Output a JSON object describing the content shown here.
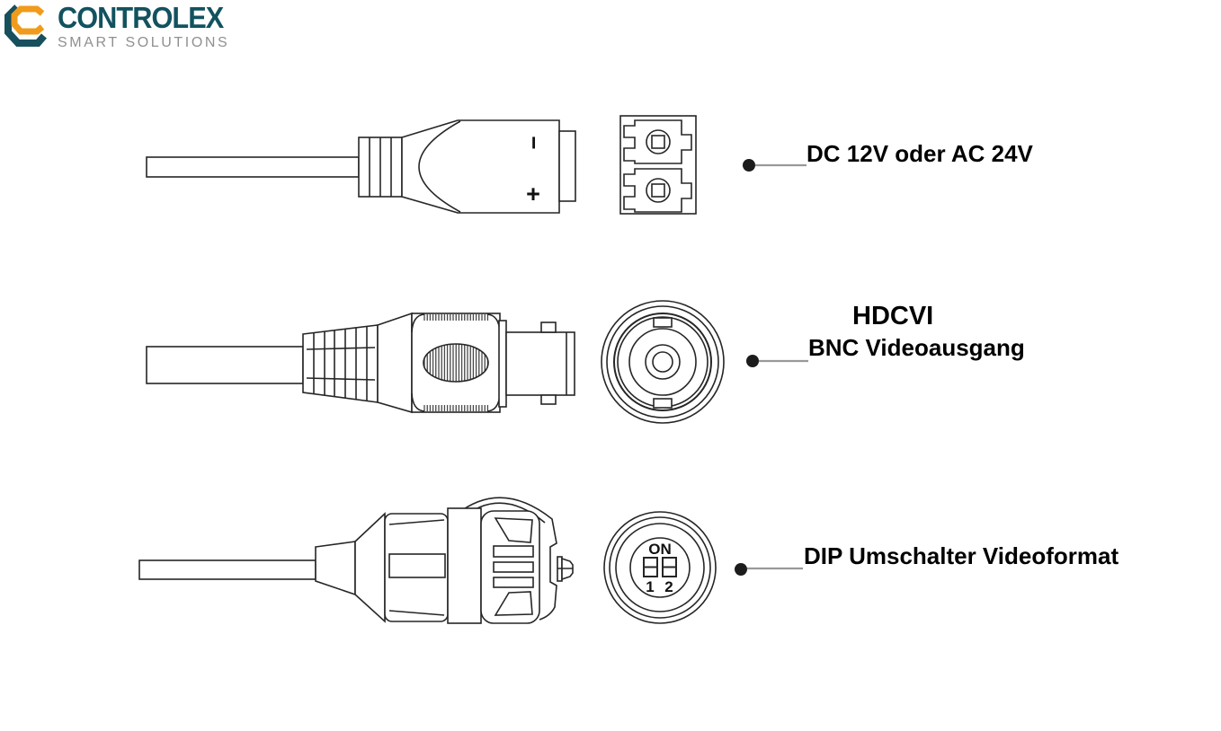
{
  "logo": {
    "brand": "CONTROLEX",
    "tagline": "SMART SOLUTIONS",
    "brand_color": "#12525f",
    "tagline_color": "#8e9092",
    "icon_orange": "#f09b1c",
    "icon_teal": "#17505c"
  },
  "labels": {
    "power": "DC 12V oder AC 24V",
    "hdcvi": "HDCVI",
    "bnc_output": "BNC Videoausgang",
    "dip": "DIP Umschalter Videoformat"
  },
  "power_connector": {
    "minus": "−",
    "plus": "+"
  },
  "dip_switch": {
    "on_label": "ON",
    "pin1": "1",
    "pin2": "2"
  },
  "style": {
    "line_color": "#262626",
    "leader_line_color": "#999999",
    "dot_color": "#1c1c1c",
    "label_color": "#000000",
    "background": "#ffffff"
  }
}
